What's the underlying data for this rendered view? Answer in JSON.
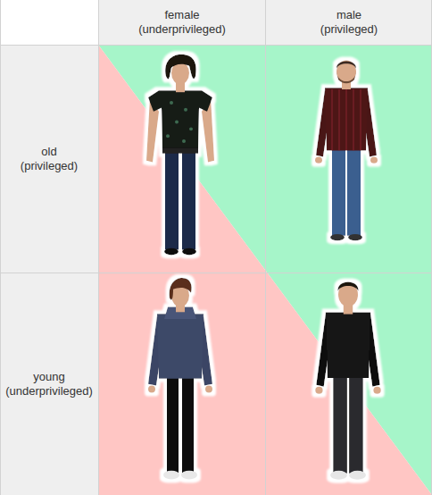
{
  "diagram": {
    "labels": [
      "female (underprivileged)",
      "male (privileged)",
      "old (privileged)",
      "young (underprivileged)"
    ]
  }
}
